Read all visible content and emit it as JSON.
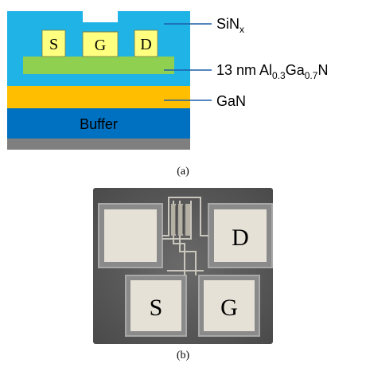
{
  "panel_a": {
    "caption": "(a)",
    "layers": {
      "passivation": "SiNx",
      "barrier": "13 nm Al0.3Ga0.7N",
      "channel": "GaN",
      "buffer": "Buffer"
    },
    "labels": {
      "sinx_main": "SiN",
      "sinx_sub": "x",
      "barrier_pre": "13 nm Al",
      "barrier_sub1": "0.3",
      "barrier_mid": "Ga",
      "barrier_sub2": "0.7",
      "barrier_post": "N",
      "gan": "GaN",
      "buffer": "Buffer"
    },
    "contacts": {
      "source": "S",
      "gate": "G",
      "drain": "D"
    },
    "colors": {
      "sinx": "#1fb3e6",
      "contact": "#ffff80",
      "barrier": "#8fd050",
      "gan": "#ffbf00",
      "buffer": "#0070c0",
      "substrate": "#7f7f7f",
      "leader": "#1f5fa8"
    }
  },
  "panel_b": {
    "caption": "(b)",
    "pads": {
      "drain": "D",
      "source": "S",
      "gate": "G"
    },
    "colors": {
      "background": "#5e5e5e",
      "pad": "#e6e1d6",
      "pad_border": "#b8b4ab"
    }
  }
}
